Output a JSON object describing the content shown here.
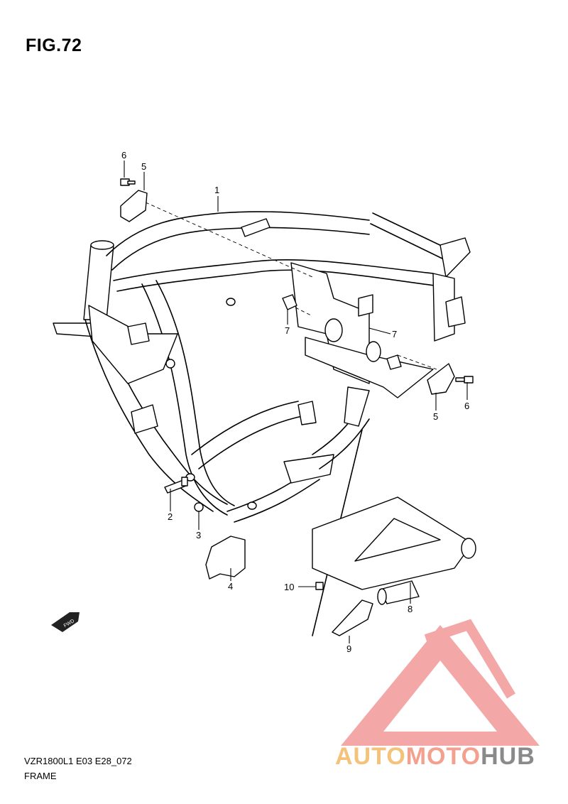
{
  "figure": {
    "title": "FIG.72"
  },
  "callouts": [
    {
      "id": "c1",
      "label": "1"
    },
    {
      "id": "c2",
      "label": "2"
    },
    {
      "id": "c3",
      "label": "3"
    },
    {
      "id": "c4",
      "label": "4"
    },
    {
      "id": "c5a",
      "label": "5"
    },
    {
      "id": "c5b",
      "label": "5"
    },
    {
      "id": "c6a",
      "label": "6"
    },
    {
      "id": "c6b",
      "label": "6"
    },
    {
      "id": "c7a",
      "label": "7"
    },
    {
      "id": "c7b",
      "label": "7"
    },
    {
      "id": "c8",
      "label": "8"
    },
    {
      "id": "c9",
      "label": "9"
    },
    {
      "id": "c10",
      "label": "10"
    }
  ],
  "direction_badge": {
    "label": "FWD",
    "icon": "forward-arrow-icon"
  },
  "footer": {
    "model_code": "VZR1800L1 E03 E28_072",
    "section_name": "FRAME"
  },
  "watermark": {
    "icon": "triangle-logo-icon",
    "part1": "AUTO",
    "part2": "MOTO",
    "part3": "HUB",
    "colors": {
      "auto": "#f4c27a",
      "moto": "#f3a08f",
      "hub": "#8a8a8a",
      "logo": "#f08a8a"
    }
  }
}
